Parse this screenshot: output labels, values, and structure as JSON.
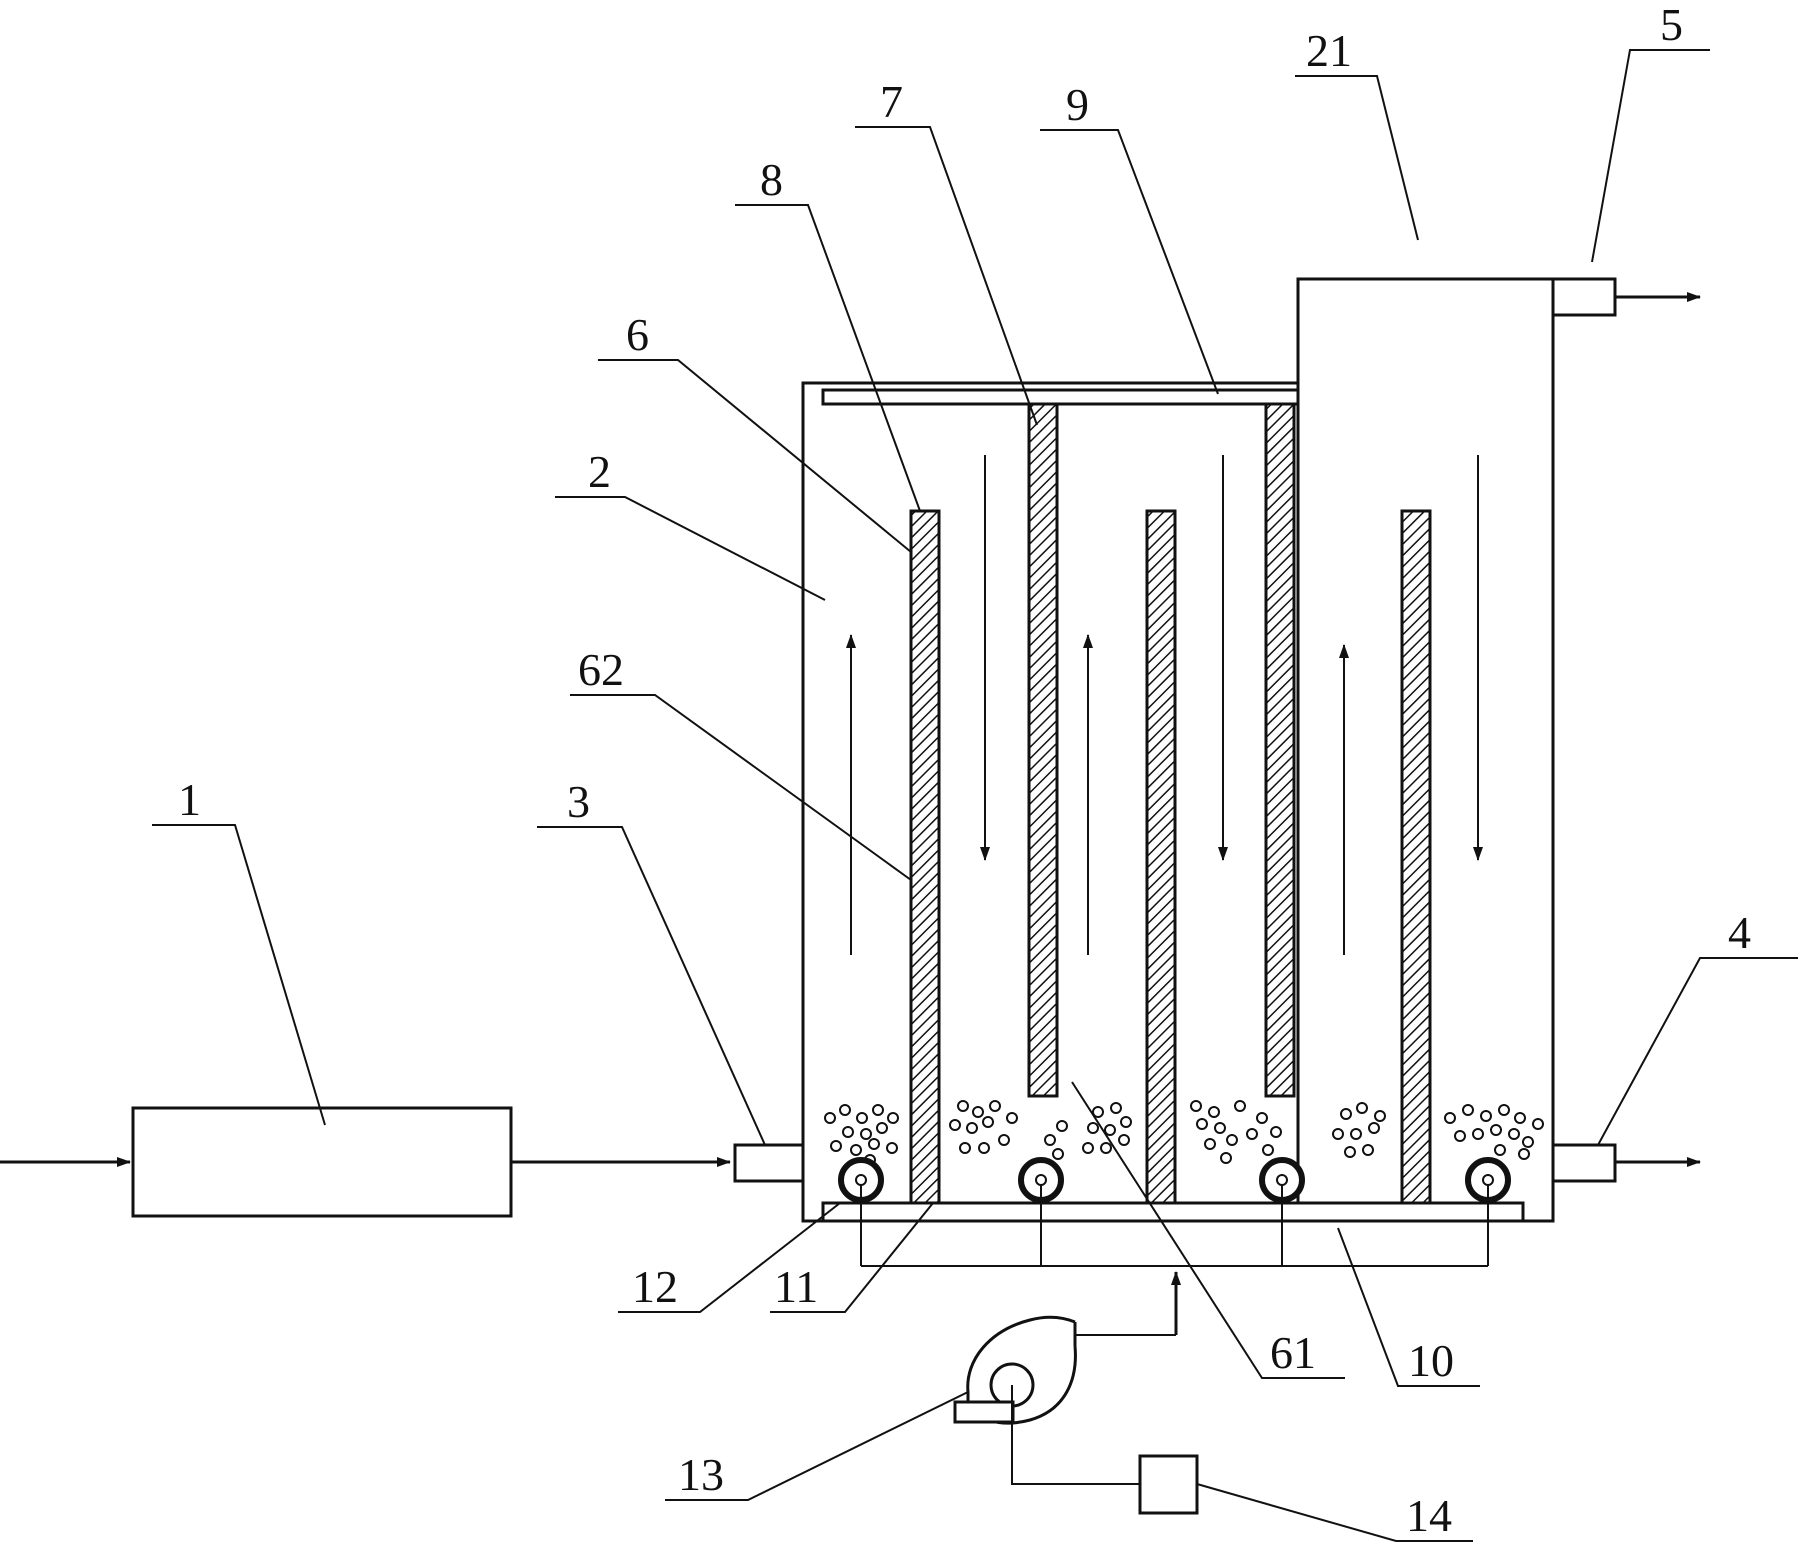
{
  "labels": {
    "l1": "1",
    "l2": "2",
    "l3": "3",
    "l4": "4",
    "l5": "5",
    "l6": "6",
    "l7": "7",
    "l8": "8",
    "l9": "9",
    "l10": "10",
    "l11": "11",
    "l12": "12",
    "l13": "13",
    "l14": "14",
    "l21": "21",
    "l61": "61",
    "l62": "62"
  }
}
